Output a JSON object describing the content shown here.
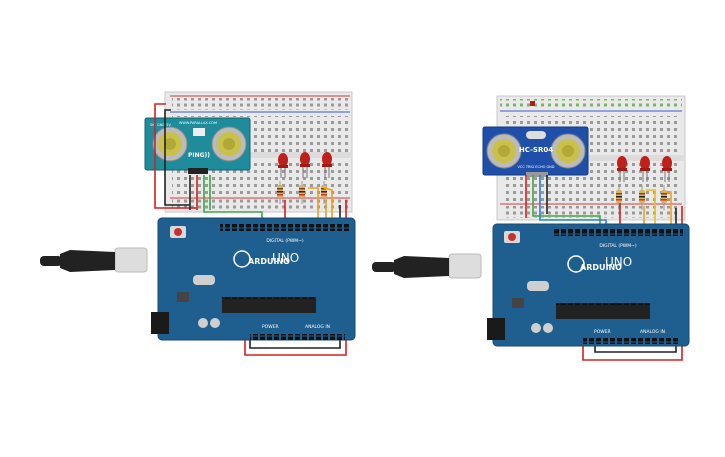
{
  "circuits": [
    {
      "id": "left",
      "sensor": {
        "model_label": "PING))",
        "header_label": "WWW.PARALLAX.COM",
        "side_label": "SIG GND 5V"
      },
      "arduino": {
        "brand": "ARDUINO",
        "model": "UNO",
        "digital_label": "DIGITAL (PWM~)",
        "power_label": "POWER",
        "analog_label": "ANALOG IN"
      },
      "leds": 3,
      "resistors": 3
    },
    {
      "id": "right",
      "sensor": {
        "model_label": "HC-SR04",
        "pins_label": "VCC TRIG ECHO GND"
      },
      "arduino": {
        "brand": "ARDUINO",
        "model": "UNO",
        "digital_label": "DIGITAL (PWM~)",
        "power_label": "POWER",
        "analog_label": "ANALOG IN"
      },
      "leds": 3,
      "resistors": 3
    }
  ],
  "colors": {
    "board_blue": "#1f5f8f",
    "breadboard": "#e8e8e8",
    "led_red": "#c0201c",
    "wire_red": "#d32020",
    "wire_black": "#222222",
    "wire_green": "#3aa845",
    "wire_orange": "#f0a020",
    "wire_blue": "#2a7fd0",
    "wire_yellow": "#e8c020"
  }
}
